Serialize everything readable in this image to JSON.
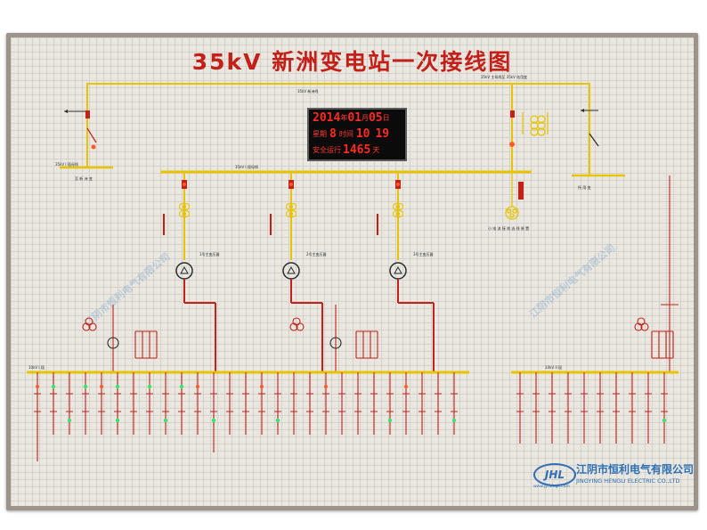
{
  "title": "35kV 新洲变电站一次接线图",
  "clock": {
    "date_digits": [
      "2014",
      "01",
      "05"
    ],
    "date_units": [
      "年",
      "月",
      "日"
    ],
    "weekday_label": "星期",
    "weekday_value": "8",
    "time_label": "时间",
    "time_digits": [
      "10",
      "19"
    ],
    "safe_label": "安全运行",
    "safe_value": "1465",
    "safe_unit": "天"
  },
  "labels": {
    "bus_35kv_left": "35kV I 段母线",
    "bus_10kv_left": "10kV I 段",
    "bus_10kv_right": "10kV II 段",
    "line_top": "35kV 新洲线",
    "line_top_right": "35kV 主母线至 35kV 站用变",
    "station_left": "至 新 洲 变",
    "station_right": "所 用 变",
    "transformer_1": "1号主变压器",
    "transformer_2": "2号主变压器",
    "transformer_3": "3号主变压器",
    "grounding": "小 电 流 接 地 选 线 装 置"
  },
  "logo": {
    "mark": "JHL",
    "company_cn": "江阴市恒利电气有限公司",
    "company_en": "JINGYING HENGLI ELECTRIC CO.,LTD",
    "url": "www.jyhengli.com",
    "watermark": "江阴市恒利电气有限公司"
  },
  "colors": {
    "frame": "#9c948a",
    "board": "#e9e7e0",
    "title": "#c4201a",
    "busbar": "#e8c400",
    "circuit": "#c4201a",
    "led": "#ff2b20",
    "indicator": "#39e36b",
    "logo": "#2e6fb5"
  }
}
